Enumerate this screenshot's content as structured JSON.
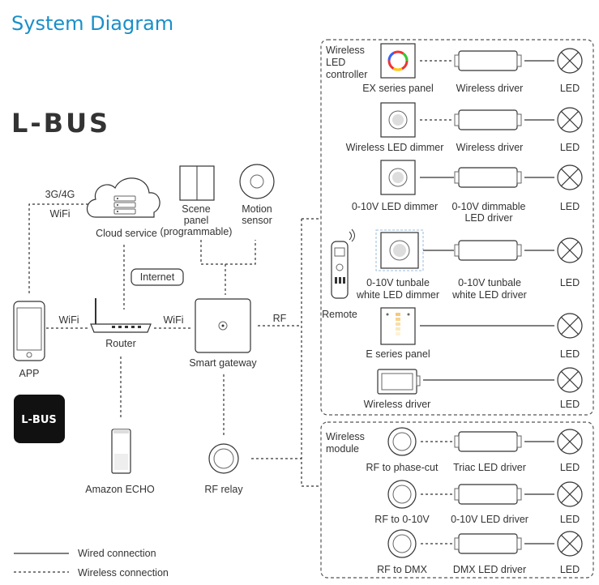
{
  "title": "System Diagram",
  "brand": "L-BUS",
  "app_logo": "L-BUS",
  "nodes": {
    "app": "APP",
    "router": "Router",
    "cloud": "Cloud service",
    "internet": "Internet",
    "gateway": "Smart gateway",
    "scene_panel": [
      "Scene",
      "panel",
      "(programmable)"
    ],
    "motion_sensor": [
      "Motion",
      "sensor"
    ],
    "echo": "Amazon ECHO",
    "rf_relay": "RF relay",
    "remote": "Remote"
  },
  "links": {
    "net_3g": "3G/4G",
    "wifi_top": "WiFi",
    "wifi_app": "WiFi",
    "wifi_gw": "WiFi",
    "rf": "RF"
  },
  "group1": {
    "title": [
      "Wireless",
      "LED",
      "controller"
    ],
    "rows": [
      {
        "left": [
          "EX series panel"
        ],
        "mid": [
          "Wireless driver"
        ],
        "led": "LED"
      },
      {
        "left": [
          "Wireless LED dimmer"
        ],
        "mid": [
          "Wireless driver"
        ],
        "led": "LED"
      },
      {
        "left": [
          "0-10V LED dimmer"
        ],
        "mid": [
          "0-10V dimmable",
          "LED driver"
        ],
        "led": "LED"
      },
      {
        "left": [
          "0-10V tunbale",
          "white LED dimmer"
        ],
        "mid": [
          "0-10V tunbale",
          "white LED driver"
        ],
        "led": "LED"
      },
      {
        "left": [
          "E series panel"
        ],
        "led": "LED"
      },
      {
        "left": [
          "Wireless driver"
        ],
        "led": "LED"
      }
    ]
  },
  "group2": {
    "title": [
      "Wireless",
      "module"
    ],
    "rows": [
      {
        "left": "RF to phase-cut",
        "mid": "Triac LED driver",
        "led": "LED"
      },
      {
        "left": "RF to 0-10V",
        "mid": "0-10V LED driver",
        "led": "LED"
      },
      {
        "left": "RF to DMX",
        "mid": "DMX LED driver",
        "led": "LED"
      }
    ]
  },
  "legend": {
    "wired": "Wired connection",
    "wireless": "Wireless connection"
  }
}
